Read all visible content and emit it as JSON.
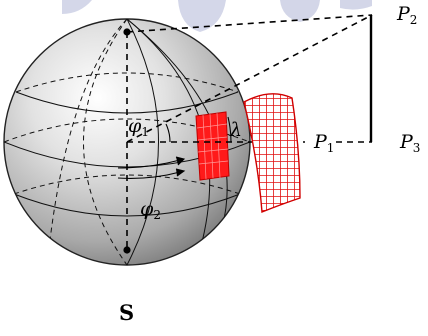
{
  "labels": {
    "p2": {
      "main": "P",
      "sub": "2"
    },
    "p1": {
      "main": "P",
      "sub": "1"
    },
    "p3": {
      "main": "P",
      "sub": "3"
    },
    "phi1": {
      "main": "φ",
      "sub": "1"
    },
    "phi2": {
      "main": "φ",
      "sub": "2"
    },
    "lambda": "λ",
    "sphere_label": "S"
  },
  "colors": {
    "grid_red": "#e01010",
    "patch_fill": "#ff1010",
    "line_black": "#000000",
    "watermark": "#c9cde3"
  }
}
